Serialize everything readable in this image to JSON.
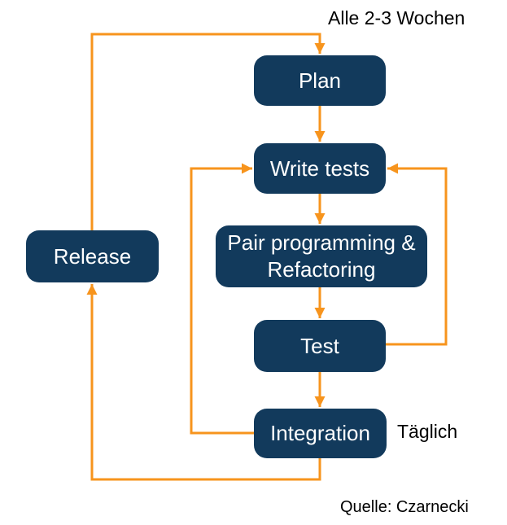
{
  "diagram": {
    "type": "flowchart",
    "annotations": {
      "cycle": "Alle 2-3 Wochen",
      "daily": "Täglich",
      "source": "Quelle: Czarnecki"
    },
    "nodes": [
      {
        "id": "plan",
        "label": "Plan"
      },
      {
        "id": "write-tests",
        "label": "Write tests"
      },
      {
        "id": "pair-programming",
        "label": "Pair programming & Refactoring"
      },
      {
        "id": "test",
        "label": "Test"
      },
      {
        "id": "integration",
        "label": "Integration"
      },
      {
        "id": "release",
        "label": "Release"
      }
    ],
    "edges": [
      {
        "from": "plan",
        "to": "write-tests"
      },
      {
        "from": "write-tests",
        "to": "pair-programming"
      },
      {
        "from": "pair-programming",
        "to": "test"
      },
      {
        "from": "test",
        "to": "integration"
      },
      {
        "from": "release",
        "to": "plan"
      },
      {
        "from": "integration",
        "to": "write-tests"
      },
      {
        "from": "test",
        "to": "write-tests"
      },
      {
        "from": "integration",
        "to": "release"
      }
    ],
    "colors": {
      "node_fill": "#123A5C",
      "node_text": "#FFFFFF",
      "arrow": "#F7941D",
      "text": "#000000",
      "background": "#FFFFFF"
    }
  }
}
